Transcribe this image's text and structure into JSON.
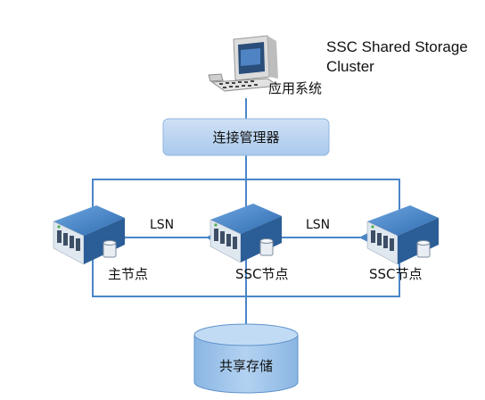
{
  "diagram": {
    "title_line1": "SSC Shared Storage",
    "title_line2": "Cluster",
    "app_system_label": "应用系统",
    "connection_manager_label": "连接管理器",
    "nodes": [
      {
        "label": "主节点"
      },
      {
        "label": "SSC节点"
      },
      {
        "label": "SSC节点"
      }
    ],
    "lsn_labels": [
      "LSN",
      "LSN"
    ],
    "shared_storage_label": "共享存储"
  },
  "colors": {
    "line": "#4a86c8",
    "manager_fill": "#b7d2ee",
    "storage_fill": "#9cc3ea",
    "server_top": "#3f7fc4",
    "server_front": "#2b5d96"
  }
}
